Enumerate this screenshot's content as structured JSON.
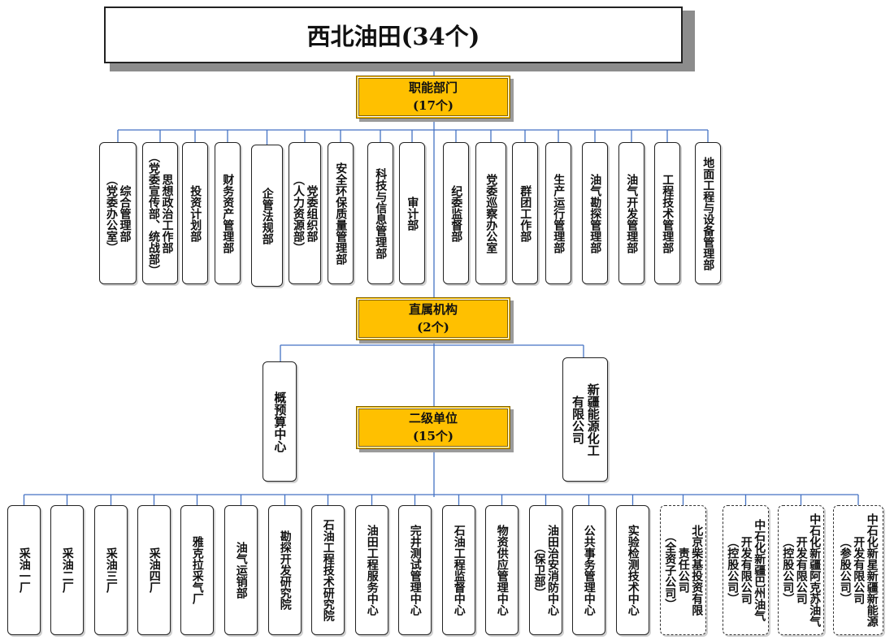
{
  "title": "西北油田(34个)",
  "groups": {
    "functional": {
      "name": "职能部门",
      "count": "(17个)"
    },
    "direct": {
      "name": "直属机构",
      "count": "(2个)"
    },
    "secondary": {
      "name": "二级单位",
      "count": "(15个)"
    }
  },
  "functional_units": [
    {
      "lines": [
        "综合管理部",
        "（党委办公室）"
      ]
    },
    {
      "lines": [
        "思想政治工作部",
        "（党委宣传部、统战部）"
      ]
    },
    {
      "lines": [
        "投资计划部"
      ]
    },
    {
      "lines": [
        "财务资产管理部"
      ]
    },
    {
      "lines": [
        "企管法规部"
      ]
    },
    {
      "lines": [
        "党委组织部",
        "（人力资源部）"
      ]
    },
    {
      "lines": [
        "安全环保质量管理部"
      ]
    },
    {
      "lines": [
        "科技与信息管理部"
      ]
    },
    {
      "lines": [
        "审计部"
      ]
    },
    {
      "lines": [
        "纪委监督部"
      ]
    },
    {
      "lines": [
        "党委巡察办公室"
      ]
    },
    {
      "lines": [
        "群团工作部"
      ]
    },
    {
      "lines": [
        "生产运行管理部"
      ]
    },
    {
      "lines": [
        "油气勘探管理部"
      ]
    },
    {
      "lines": [
        "油气开发管理部"
      ]
    },
    {
      "lines": [
        "工程技术管理部"
      ]
    },
    {
      "lines": [
        "地面工程与设备管理部"
      ]
    }
  ],
  "direct_units": [
    {
      "lines": [
        "概预算中心"
      ]
    },
    {
      "lines": [
        "新疆能源化工",
        "有限公司"
      ]
    }
  ],
  "secondary_units": [
    {
      "lines": [
        "采油一厂"
      ]
    },
    {
      "lines": [
        "采油二厂"
      ]
    },
    {
      "lines": [
        "采油三厂"
      ]
    },
    {
      "lines": [
        "采油四厂"
      ]
    },
    {
      "lines": [
        "雅克拉采气厂"
      ]
    },
    {
      "lines": [
        "油气运销部"
      ]
    },
    {
      "lines": [
        "勘探开发研究院"
      ]
    },
    {
      "lines": [
        "石油工程技术研究院"
      ]
    },
    {
      "lines": [
        "油田工程服务中心"
      ]
    },
    {
      "lines": [
        "完井测试管理中心"
      ]
    },
    {
      "lines": [
        "石油工程监督中心"
      ]
    },
    {
      "lines": [
        "物资供应管理中心"
      ]
    },
    {
      "lines": [
        "油田治安消防中心",
        "（保卫部）"
      ]
    },
    {
      "lines": [
        "公共事务管理中心"
      ]
    },
    {
      "lines": [
        "实验检测技术中心"
      ]
    },
    {
      "lines": [
        "北京柴基投资有限",
        "责任公司",
        "（全资子公司）"
      ],
      "dashed": true
    },
    {
      "lines": [
        "中石化新疆巴州油气",
        "开发有限公司",
        "（控股公司）"
      ],
      "dashed": true
    },
    {
      "lines": [
        "中石化新疆阿克苏油气",
        "开发有限公司",
        "（控股公司）"
      ],
      "dashed": true
    },
    {
      "lines": [
        "中石化新星新疆新能源",
        "开发有限公司",
        "（参股公司）"
      ],
      "dashed": true
    }
  ]
}
